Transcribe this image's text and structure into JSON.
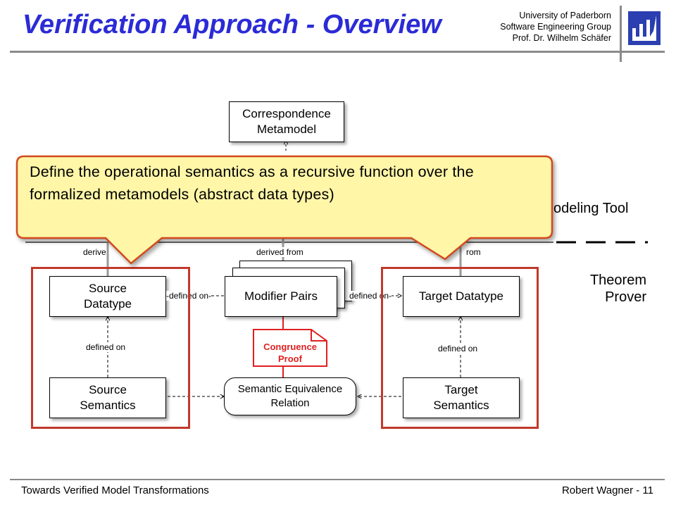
{
  "header": {
    "title": "Verification Approach - Overview",
    "university": [
      "University of Paderborn",
      "Software Engineering Group",
      "Prof. Dr. Wilhelm Schäfer"
    ]
  },
  "footer": {
    "left": "Towards Verified Model Transformations",
    "right": "Robert Wagner - 11"
  },
  "diagram": {
    "correspondence": [
      "Correspondence",
      "Metamodel"
    ],
    "source_datatype": [
      "Source",
      "Datatype"
    ],
    "modifier_pairs": "Modifier Pairs",
    "target_datatype": "Target Datatype",
    "source_semantics": [
      "Source",
      "Semantics"
    ],
    "semantic_equivalence": [
      "Semantic Equivalence",
      "Relation"
    ],
    "target_semantics": [
      "Target",
      "Semantics"
    ],
    "congruence_proof": [
      "Congruence",
      "Proof"
    ],
    "labels": {
      "derived_left": "derive",
      "derived_mid": "derived from",
      "derived_right": "rom",
      "defined_on_left": "-defined on-",
      "defined_on_right": "defined on-",
      "defined_on_src": "defined on",
      "defined_on_tgt": "defined on"
    },
    "modeling_tool": "odeling Tool",
    "theorem_prover": [
      "Theorem",
      "Prover"
    ]
  },
  "callout": {
    "text": "Define the operational semantics as a recursive function over the formalized metamodels (abstract data types)"
  },
  "colors": {
    "title": "#2b2bd6",
    "frame": "#c0392b",
    "callout_fill": "#fff6a8",
    "congruence": "#e02020"
  }
}
